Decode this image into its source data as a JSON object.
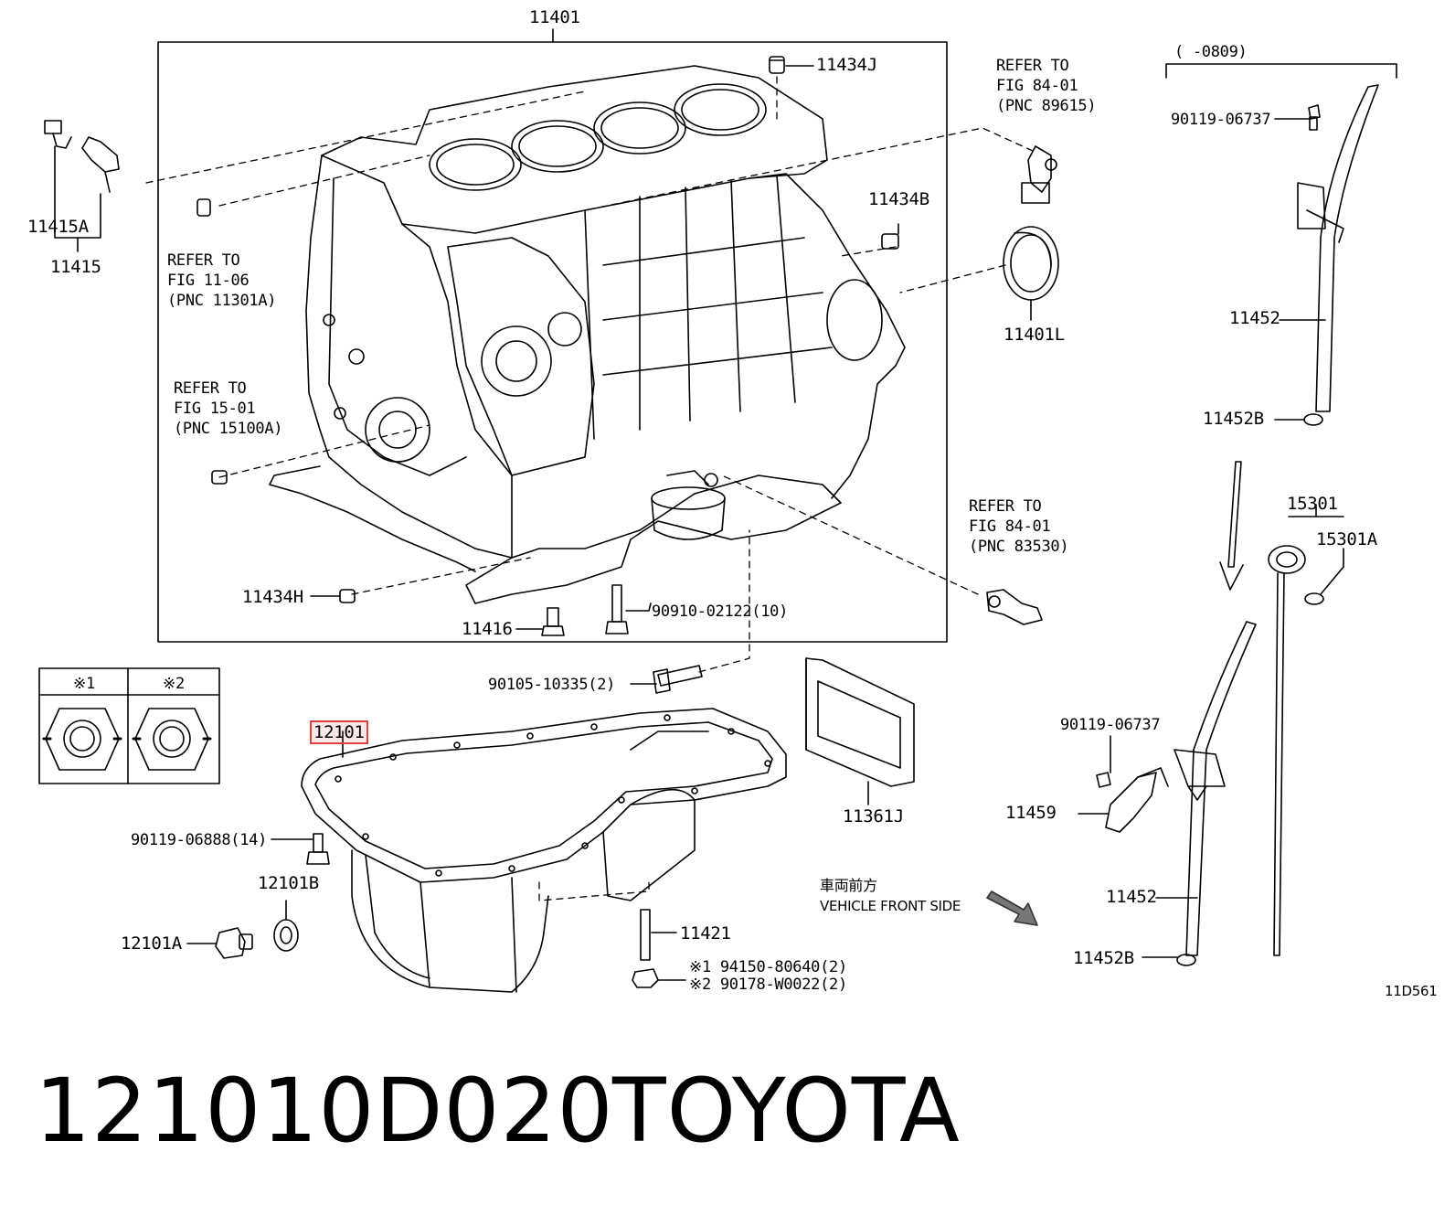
{
  "diagram_code": "11D561",
  "part_number": "121010D020",
  "brand": "TOYOTA",
  "highlighted_part": "12101",
  "labels": {
    "l11401": "11401",
    "l11434J": "11434J",
    "l11434B": "11434B",
    "l11434H": "11434H",
    "l11415A": "11415A",
    "l11415": "11415",
    "l11416": "11416",
    "l11401L": "11401L",
    "l11452_top": "11452",
    "l11452B_top": "11452B",
    "l11452_bot": "11452",
    "l11452B_bot": "11452B",
    "l11459": "11459",
    "l11361J": "11361J",
    "l11421": "11421",
    "l12101": "12101",
    "l12101A": "12101A",
    "l12101B": "12101B",
    "l15301": "15301",
    "l15301A": "15301A",
    "l90119_06737_top": "90119-06737",
    "l90119_06737_bot": "90119-06737",
    "l90119_06888": "90119-06888(14)",
    "l90910_02122": "90910-02122(10)",
    "l90105_10335": "90105-10335(2)",
    "l94150": "※1  94150-80640(2)",
    "l90178": "※2  90178-W0022(2)",
    "l0809": "(    -0809)",
    "inset1": "※1",
    "inset2": "※2"
  },
  "refer_blocks": [
    {
      "l1": "REFER TO",
      "l2": "FIG 11-06",
      "l3": "(PNC 11301A)"
    },
    {
      "l1": "REFER TO",
      "l2": "FIG 15-01",
      "l3": "(PNC 15100A)"
    },
    {
      "l1": "REFER TO",
      "l2": "FIG 84-01",
      "l3": "(PNC 89615)"
    },
    {
      "l1": "REFER TO",
      "l2": "FIG 84-01",
      "l3": "(PNC 83530)"
    }
  ],
  "vehicle_front": {
    "jp": "車両前方",
    "en": "VEHICLE FRONT SIDE"
  }
}
